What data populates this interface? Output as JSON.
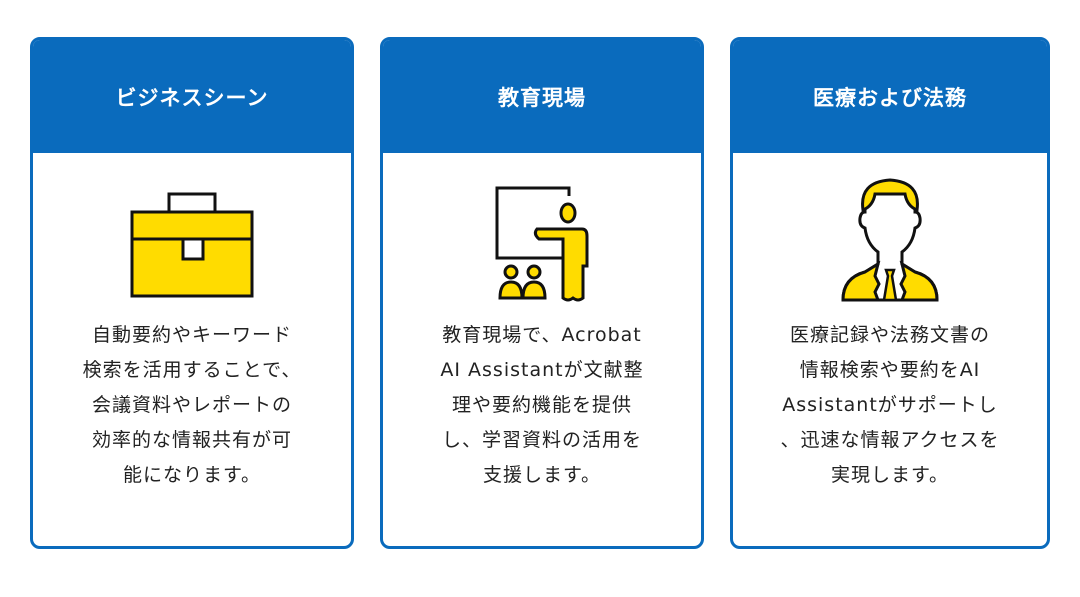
{
  "cards": [
    {
      "title": "ビジネスシーン",
      "icon": "briefcase-icon",
      "lines": [
        "自動要約やキーワード",
        "検索を活用することで、",
        "会議資料やレポートの",
        "効率的な情報共有が可",
        "能になります。"
      ]
    },
    {
      "title": "教育現場",
      "icon": "teacher-presentation-icon",
      "lines": [
        "教育現場で、Acrobat",
        "AI Assistantが文献整",
        "理や要約機能を提供",
        "し、学習資料の活用を",
        "支援します。"
      ]
    },
    {
      "title": "医療および法務",
      "icon": "professional-person-icon",
      "lines": [
        "医療記録や法務文書の",
        "情報検索や要約をAI",
        "Assistantがサポートし",
        "、迅速な情報アクセスを",
        "実現します。"
      ]
    }
  ],
  "colors": {
    "accent": "#0a6bbd",
    "icon_fill": "#ffdc00"
  }
}
